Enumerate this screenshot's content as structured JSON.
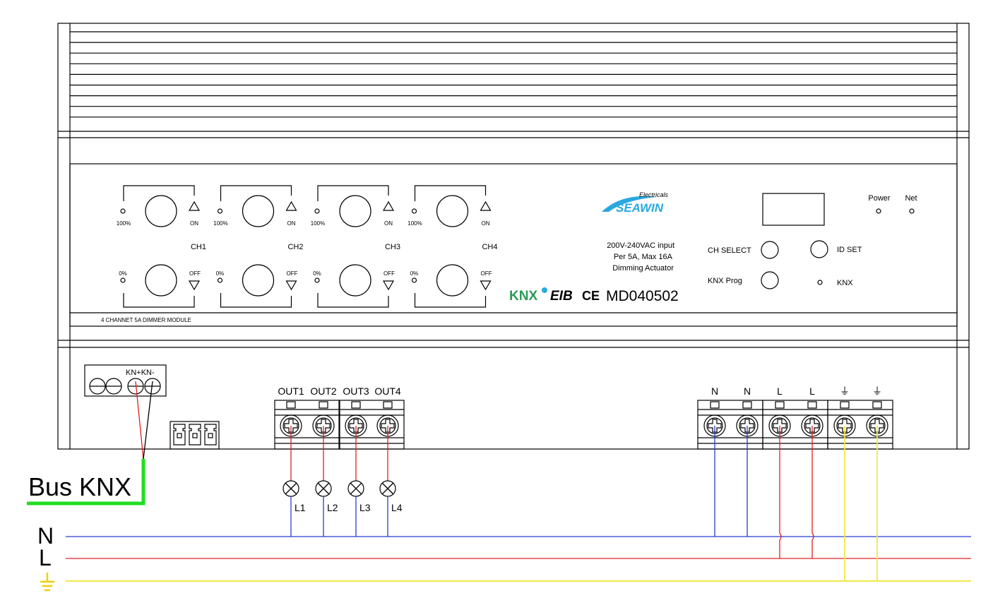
{
  "module": {
    "label": "4 CHANNET  5A DIMMER MODULE",
    "model": "MD040502",
    "brand": "SEAWIN",
    "brand_sub": "Electricals",
    "spec_lines": [
      "200V-240VAC input",
      "Per 5A, Max 16A",
      "Dimming Actuator"
    ],
    "cert_knx": "KNX",
    "cert_eib": "EIB",
    "cert_ce": "CE"
  },
  "channels": [
    {
      "name": "CH1",
      "top_pct": "100%",
      "bottom_pct": "0%",
      "on": "ON",
      "off": "OFF"
    },
    {
      "name": "CH2",
      "top_pct": "100%",
      "bottom_pct": "0%",
      "on": "ON",
      "off": "OFF"
    },
    {
      "name": "CH3",
      "top_pct": "100%",
      "bottom_pct": "0%",
      "on": "ON",
      "off": "OFF"
    },
    {
      "name": "CH4",
      "top_pct": "100%",
      "bottom_pct": "0%",
      "on": "ON",
      "off": "OFF"
    }
  ],
  "controls": {
    "power": "Power",
    "net": "Net",
    "ch_select": "CH SELECT",
    "id_set": "ID SET",
    "knx_prog": "KNX Prog",
    "knx_led": "KNX"
  },
  "terminals": {
    "bus": "KN+KN-",
    "outputs": [
      "OUT1",
      "OUT2",
      "OUT3",
      "OUT4"
    ],
    "supply": [
      "N",
      "N",
      "L",
      "L",
      "⏚",
      "⏚"
    ]
  },
  "loads": [
    "L1",
    "L2",
    "L3",
    "L4"
  ],
  "wiring": {
    "bus_label": "Bus KNX",
    "neutral": "N",
    "line": "L",
    "earth": "⏚",
    "colors": {
      "neutral": "#2b3bd0",
      "line": "#e02020",
      "earth": "#f5e64a",
      "bus": "#22dd22"
    }
  }
}
